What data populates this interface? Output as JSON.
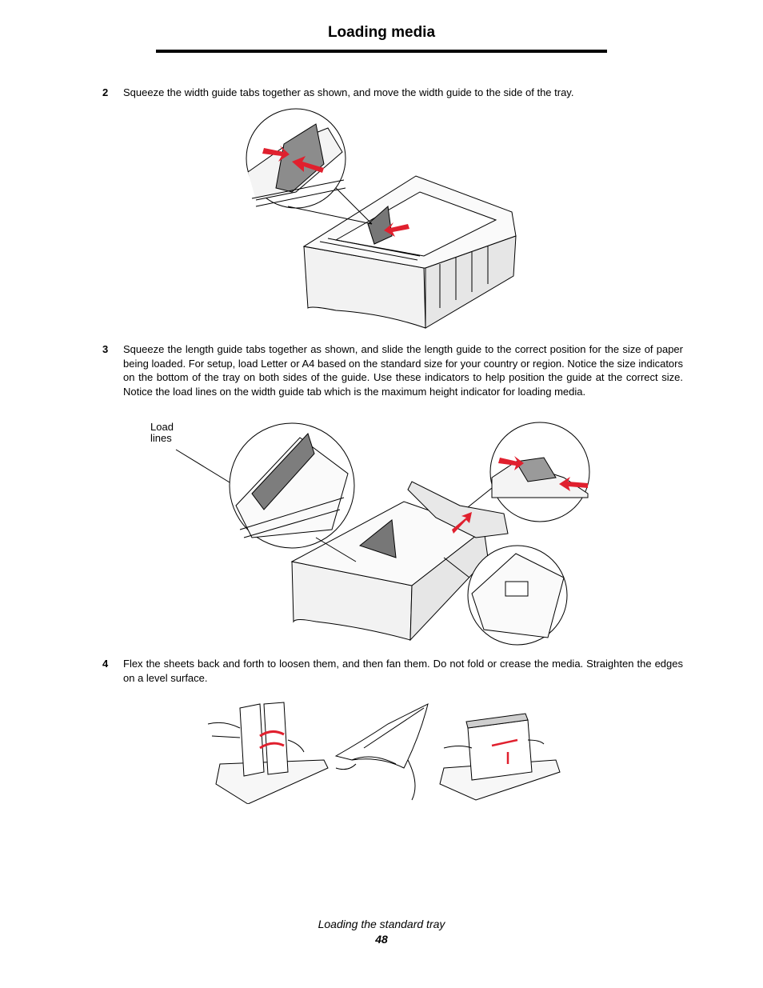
{
  "header": {
    "title": "Loading media"
  },
  "steps": [
    {
      "number": "2",
      "text": "Squeeze the width guide tabs together as shown, and move the width guide to the side of the tray."
    },
    {
      "number": "3",
      "text": "Squeeze the length guide tabs together as shown, and slide the length guide to the correct position for the size of paper being loaded. For setup, load Letter or A4 based on the standard size for your country or region. Notice the size indicators on the bottom of the tray on both sides of the guide. Use these indicators to help position the guide at the correct size. Notice the load lines on the width guide tab which is the maximum height indicator for loading media."
    },
    {
      "number": "4",
      "text": "Flex the sheets back and forth to loosen them, and then fan them. Do not fold or crease the media. Straighten the edges on a level surface."
    }
  ],
  "figure2": {
    "callout": "Load\nlines"
  },
  "footer": {
    "section": "Loading the standard tray",
    "page": "48"
  }
}
